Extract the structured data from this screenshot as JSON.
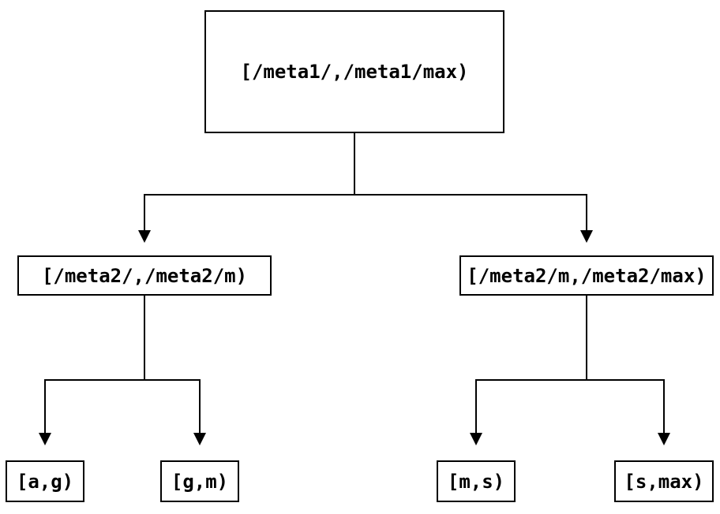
{
  "diagram": {
    "type": "tree",
    "background_color": "#ffffff",
    "line_color": "#000000",
    "box_border_color": "#000000",
    "text_color": "#000000",
    "nodes": {
      "root": {
        "label": "[/meta1/,/meta1/max)"
      },
      "left_child": {
        "label": "[/meta2/,/meta2/m)"
      },
      "right_child": {
        "label": "[/meta2/m,/meta2/max)"
      },
      "leaf_ag": {
        "label": "[a,g)"
      },
      "leaf_gm": {
        "label": "[g,m)"
      },
      "leaf_ms": {
        "label": "[m,s)"
      },
      "leaf_smax": {
        "label": "[s,max)"
      }
    },
    "edges": [
      {
        "from": "root",
        "to": "left_child"
      },
      {
        "from": "root",
        "to": "right_child"
      },
      {
        "from": "left_child",
        "to": "leaf_ag"
      },
      {
        "from": "left_child",
        "to": "leaf_gm"
      },
      {
        "from": "right_child",
        "to": "leaf_ms"
      },
      {
        "from": "right_child",
        "to": "leaf_smax"
      }
    ]
  }
}
